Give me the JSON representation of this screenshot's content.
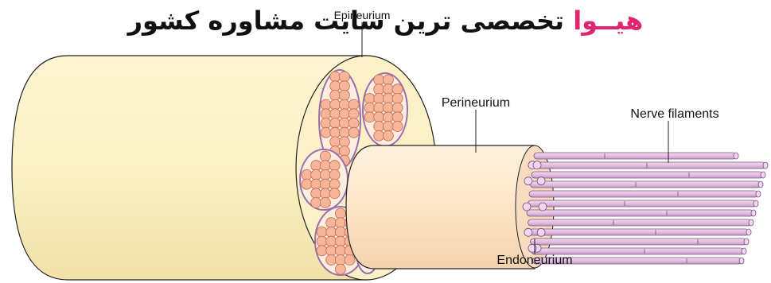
{
  "watermark": {
    "brand": "هیــوا",
    "text": "تخصصی ترین سایت مشاوره کشور"
  },
  "labels": {
    "epineurium": "Epineurium",
    "perineurium": "Perineurium",
    "nerve_filaments": "Nerve filaments",
    "endoneurium": "Endoneurium"
  },
  "colors": {
    "epineurium_fill": "#fbf1c4",
    "perineurium_fill": "#fde6c8",
    "fascicle_fill": "#f7b59a",
    "fascicle_outline": "#9a6fb0",
    "fiber_fill": "#e3bfe0",
    "fiber_outline": "#7a4f80",
    "label_text": "#111111",
    "brand_color": "#e0246f"
  }
}
